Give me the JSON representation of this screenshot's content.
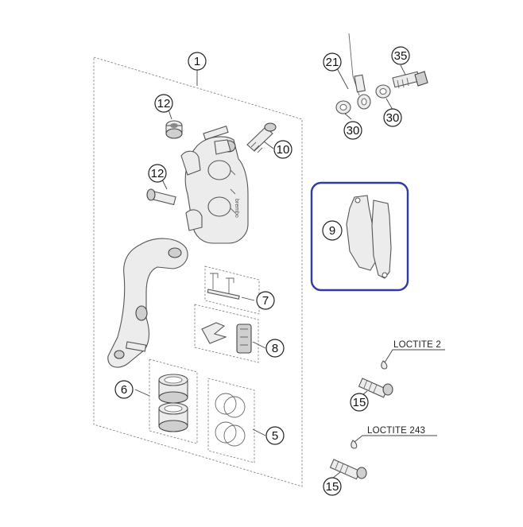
{
  "callouts": {
    "c1": "1",
    "c5": "5",
    "c6": "6",
    "c7": "7",
    "c8": "8",
    "c9": "9",
    "c10": "10",
    "c12a": "12",
    "c12b": "12",
    "c15a": "15",
    "c15b": "15",
    "c21": "21",
    "c30a": "30",
    "c30b": "30",
    "c35": "35"
  },
  "labels": {
    "loctite_top": "LOCTITE 2",
    "loctite_bottom": "LOCTITE 243"
  },
  "highlight": {
    "part": "9",
    "color": "#2f3aa3"
  }
}
